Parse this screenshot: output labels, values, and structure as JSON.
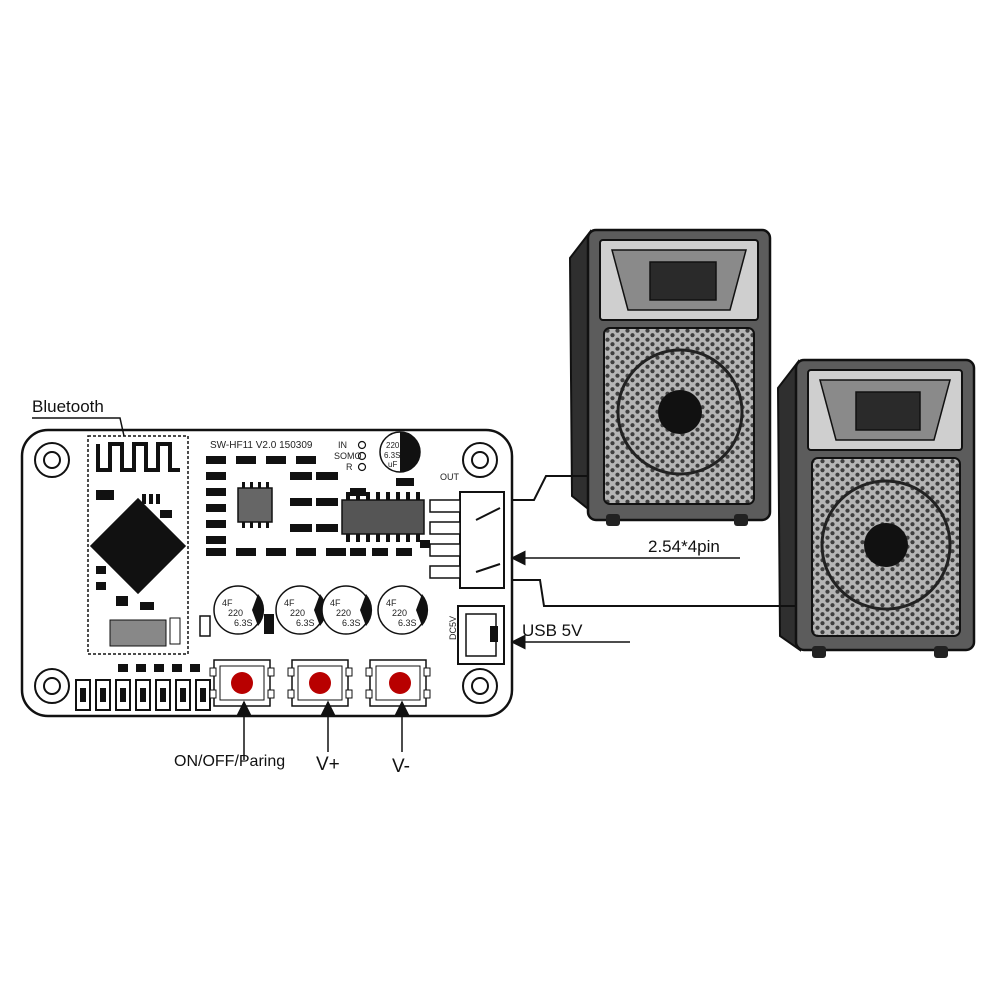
{
  "board": {
    "model_silkscreen": "SW-HF11   V2.0 150309",
    "input_labels": [
      "IN",
      "SOMO",
      "R"
    ],
    "out_label": "OUT",
    "dc_label": "DC5V",
    "small_cap": [
      "220",
      "6.3S",
      "uF"
    ],
    "caps": [
      {
        "lines": [
          "4F",
          "220",
          "6.3S"
        ]
      },
      {
        "lines": [
          "4F",
          "220",
          "6.3S"
        ]
      },
      {
        "lines": [
          "4F",
          "220",
          "6.3S"
        ]
      },
      {
        "lines": [
          "4F",
          "220",
          "6.3S"
        ]
      }
    ],
    "button_color": "#b80000"
  },
  "callouts": {
    "bluetooth": "Bluetooth",
    "connector": "2.54*4pin",
    "usb": "USB 5V",
    "button_power": "ON/OFF/Paring",
    "button_vol_up": "V+",
    "button_vol_down": "V-"
  },
  "speakers": {
    "count": 2,
    "body_color": "#5c5c5c",
    "side_color": "#3a3a3a",
    "grille_color": "#9a9a9a"
  }
}
